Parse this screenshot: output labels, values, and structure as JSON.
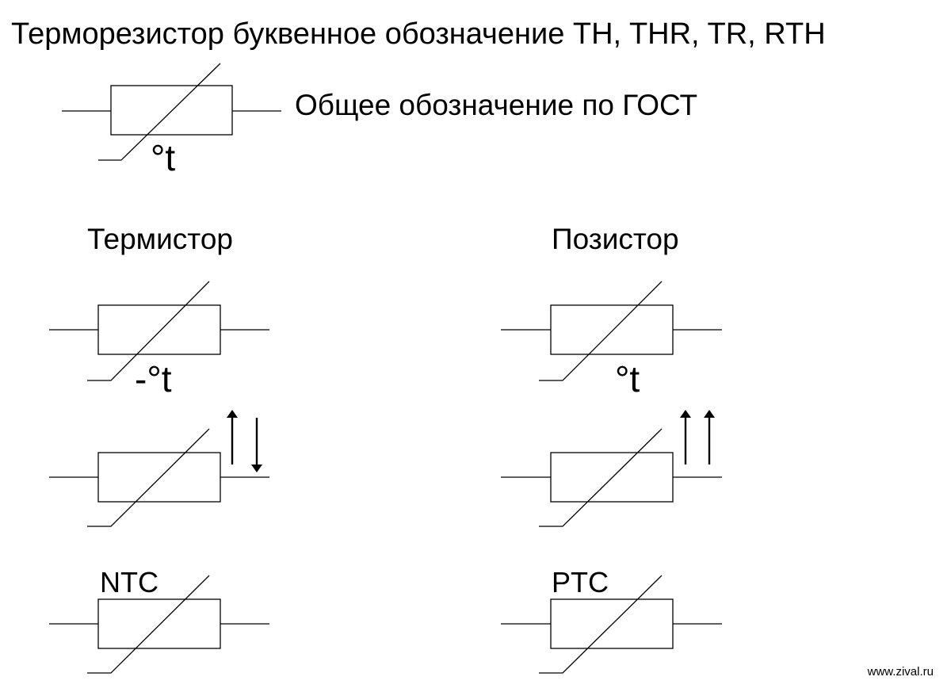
{
  "title": "Терморезистор буквенное обозначение TH, THR, TR, RTH",
  "general_symbol": {
    "caption": "Общее обозначение по ГОСТ",
    "temp_label": "°t"
  },
  "thermistor": {
    "heading": "Термистор",
    "temp_label": "-°t",
    "type_label": "NTC"
  },
  "posistor": {
    "heading": "Позистор",
    "temp_label": "°t",
    "type_label": "PTC"
  },
  "watermark": "www.zival.ru",
  "colors": {
    "line": "#000000",
    "background": "#ffffff"
  }
}
